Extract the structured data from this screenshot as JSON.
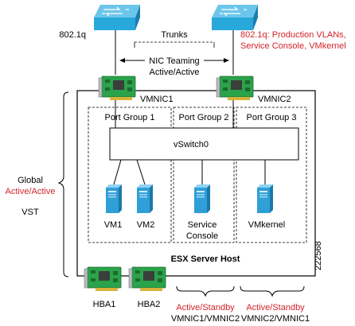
{
  "labels": {
    "left_switch": "802.1q",
    "right_switch_line1": "802.1q: Production VLANs,",
    "right_switch_line2": "Service Console, VMkernel",
    "trunks": "Trunks",
    "nic_teaming_line1": "NIC Teaming",
    "nic_teaming_line2": "Active/Active",
    "vmnic1": "VMNIC1",
    "vmnic2": "VMNIC2",
    "port_group_1": "Port Group 1",
    "port_group_2": "Port Group 2",
    "port_group_3": "Port Group 3",
    "vswitch": "vSwitch0",
    "global": "Global",
    "global_mode": "Active/Active",
    "vst": "VST",
    "vm1": "VM1",
    "vm2": "VM2",
    "service_console_line1": "Service",
    "service_console_line2": "Console",
    "vmkernel": "VMkernel",
    "host": "ESX Server Host",
    "figure_id": "222568",
    "hba1": "HBA1",
    "hba2": "HBA2",
    "standby_left_line1": "Active/Standby",
    "standby_left_line2": "VMNIC1/VMNIC2",
    "standby_right_line1": "Active/Standby",
    "standby_right_line2": "VMNIC2/VMNIC1"
  },
  "colors": {
    "switch": "#29a8dc",
    "nic_board": "#2aa34a",
    "nic_chip": "#3a3f3a",
    "nic_gold": "#d8b23a",
    "server": "#2f9fd8",
    "annotation_red": "#d2232a"
  },
  "icons": {
    "switch": "network-switch-icon",
    "nic": "network-card-icon",
    "vm": "server-tower-icon",
    "hba": "host-bus-adapter-icon"
  }
}
